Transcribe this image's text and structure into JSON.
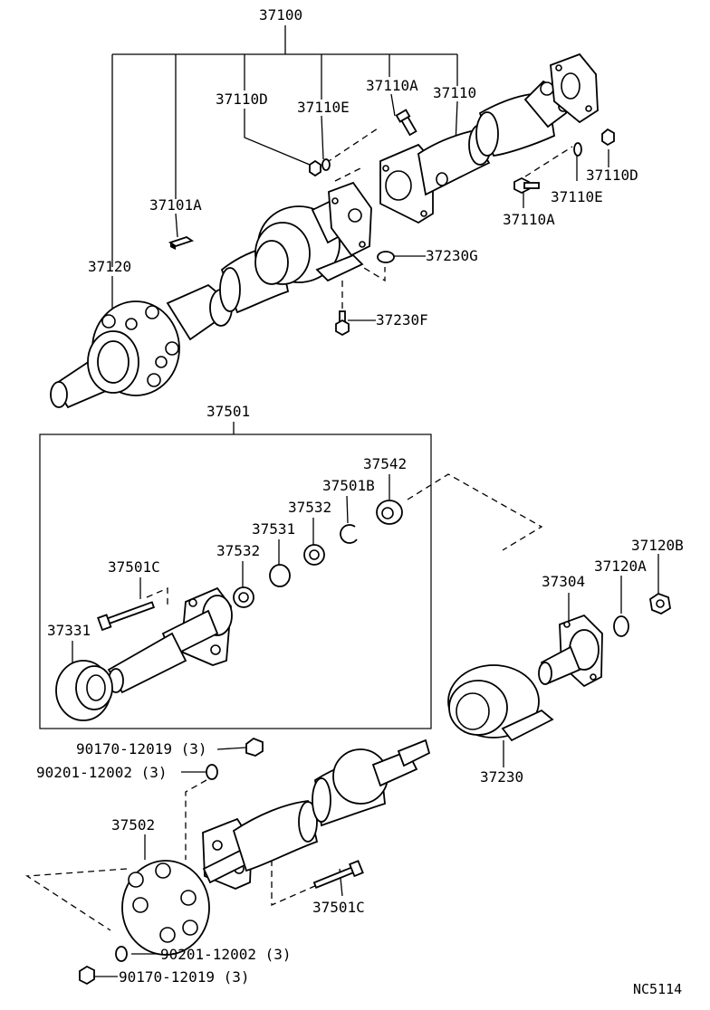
{
  "diagram": {
    "code": "NC5114",
    "callouts": {
      "p37100": "37100",
      "p37110D_top": "37110D",
      "p37110E_top": "37110E",
      "p37110A_top": "37110A",
      "p37110": "37110",
      "p37101A": "37101A",
      "p37120": "37120",
      "p37110D_right": "37110D",
      "p37110E_right": "37110E",
      "p37110A_right": "37110A",
      "p37230G": "37230G",
      "p37230F": "37230F",
      "p37501": "37501",
      "p37542": "37542",
      "p37501B": "37501B",
      "p37532_a": "37532",
      "p37531": "37531",
      "p37532_b": "37532",
      "p37501C_kit": "37501C",
      "p37331": "37331",
      "p37120B": "37120B",
      "p37120A": "37120A",
      "p37304": "37304",
      "p37230": "37230",
      "p90170_top": "90170-12019 (3)",
      "p90201_top": "90201-12002 (3)",
      "p37502": "37502",
      "p37501C_bottom": "37501C",
      "p90201_bottom": "90201-12002 (3)",
      "p90170_bottom": "90170-12019 (3)"
    }
  }
}
